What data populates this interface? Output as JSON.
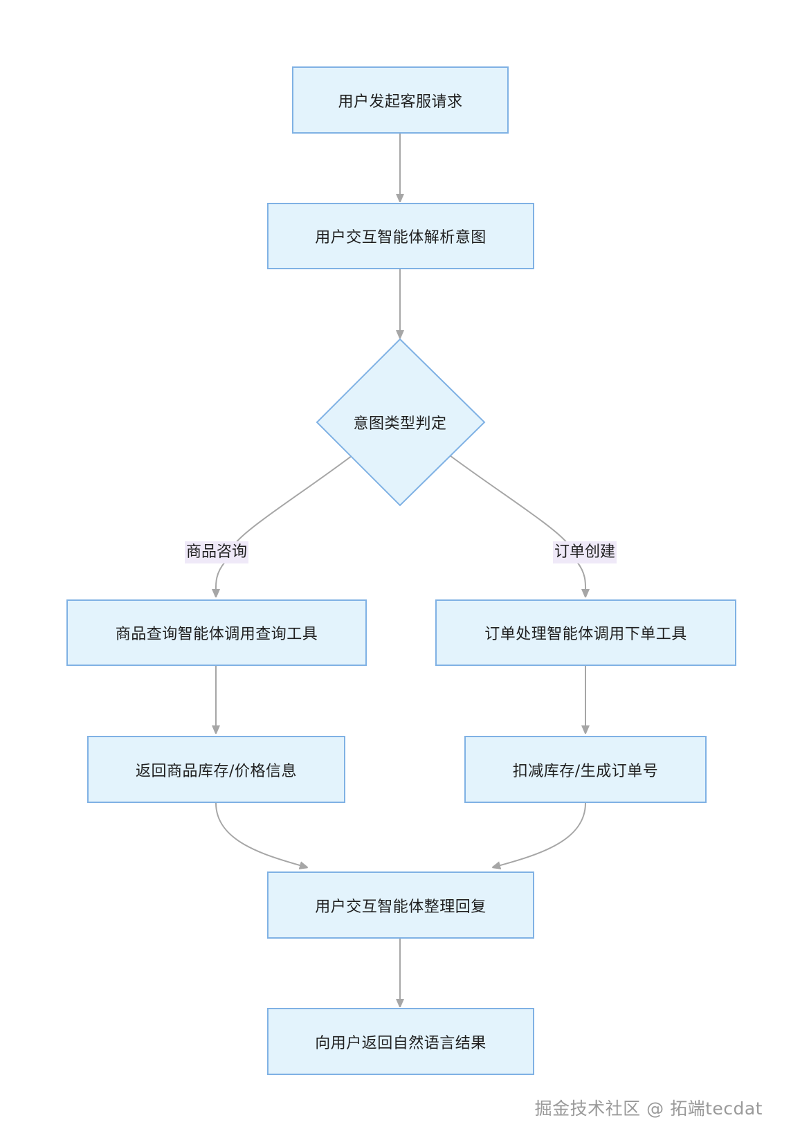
{
  "nodes": {
    "start": "用户发起客服请求",
    "parse": "用户交互智能体解析意图",
    "decision": "意图类型判定",
    "query": "商品查询智能体调用查询工具",
    "order": "订单处理智能体调用下单工具",
    "stock_price": "返回商品库存/价格信息",
    "deduct": "扣减库存/生成订单号",
    "organize": "用户交互智能体整理回复",
    "result": "向用户返回自然语言结果"
  },
  "edge_labels": {
    "consult": "商品咨询",
    "create": "订单创建"
  },
  "watermark": "掘金技术社区 @ 拓端tecdat",
  "colors": {
    "node_fill": "#e3f3fc",
    "node_border": "#7fb1e4",
    "edge": "#a6a6a6",
    "edge_label_bg": "#efe9f8"
  }
}
